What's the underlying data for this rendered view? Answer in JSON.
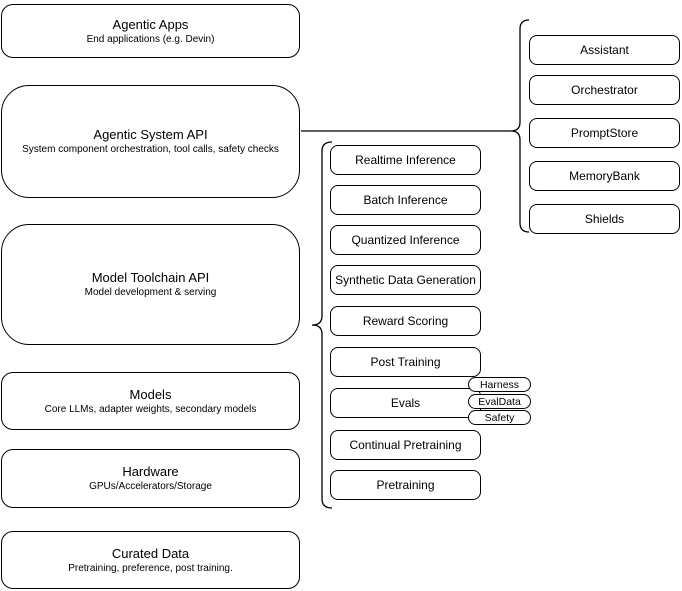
{
  "colors": {
    "background": "#ffffff",
    "stroke": "#000000",
    "text": "#000000"
  },
  "layers": {
    "left": [
      {
        "title": "Agentic Apps",
        "subtitle": "End applications (e.g. Devin)"
      },
      {
        "title": "Agentic System API",
        "subtitle": "System component orchestration, tool calls, safety checks"
      },
      {
        "title": "Model Toolchain API",
        "subtitle": "Model development & serving"
      },
      {
        "title": "Models",
        "subtitle": "Core LLMs, adapter weights, secondary models"
      },
      {
        "title": "Hardware",
        "subtitle": "GPUs/Accelerators/Storage"
      },
      {
        "title": "Curated Data",
        "subtitle": "Pretraining, preference, post training."
      }
    ],
    "toolchain_services": [
      {
        "label": "Realtime Inference"
      },
      {
        "label": "Batch Inference"
      },
      {
        "label": "Quantized Inference"
      },
      {
        "label": "Synthetic Data Generation"
      },
      {
        "label": "Reward Scoring"
      },
      {
        "label": "Post Training"
      },
      {
        "label": "Evals"
      },
      {
        "label": "Continual Pretraining"
      },
      {
        "label": "Pretraining"
      }
    ],
    "evals_tags": [
      {
        "label": "Harness"
      },
      {
        "label": "EvalData"
      },
      {
        "label": "Safety"
      }
    ],
    "system_components": [
      {
        "label": "Assistant"
      },
      {
        "label": "Orchestrator"
      },
      {
        "label": "PromptStore"
      },
      {
        "label": "MemoryBank"
      },
      {
        "label": "Shields"
      }
    ]
  }
}
